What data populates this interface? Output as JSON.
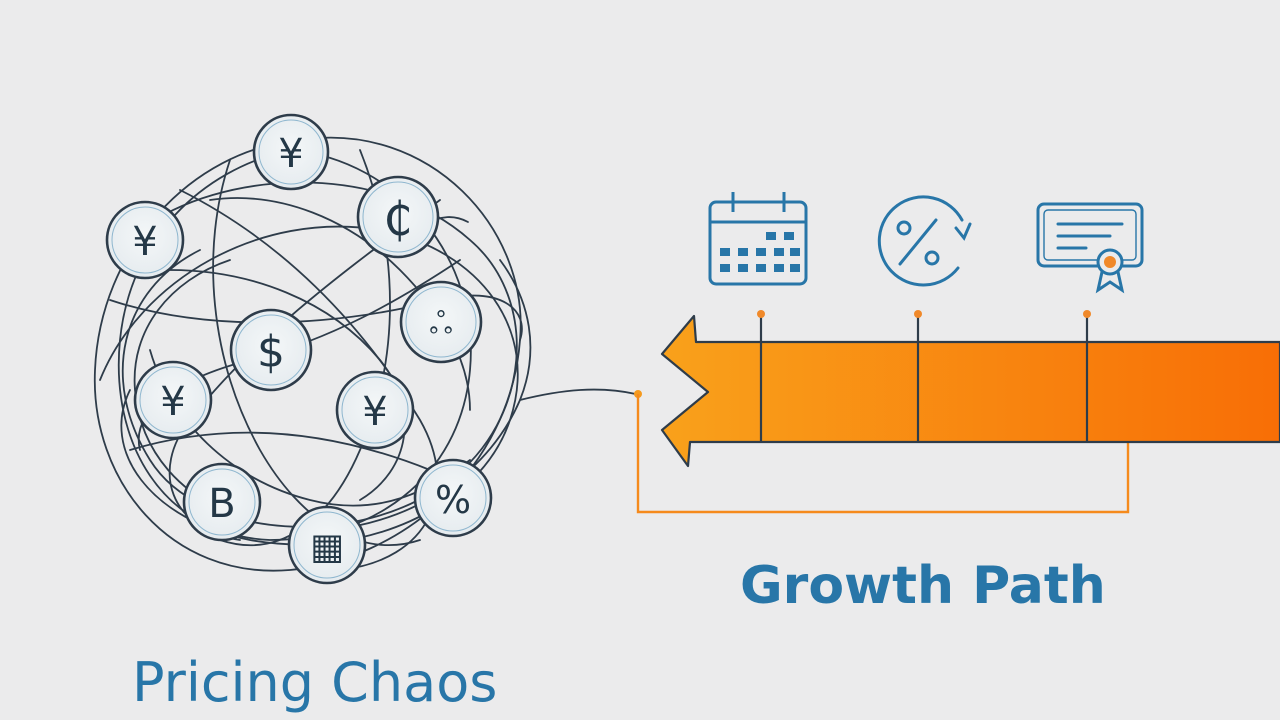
{
  "labels": {
    "left": "Pricing Chaos",
    "right": "Growth Path"
  },
  "coins": [
    {
      "name": "yen-coin-top",
      "glyph": "¥"
    },
    {
      "name": "yen-coin-left",
      "glyph": "¥"
    },
    {
      "name": "cedi-coin",
      "glyph": "₵"
    },
    {
      "name": "dollar-coin",
      "glyph": "$"
    },
    {
      "name": "people-coin",
      "glyph": "ஃ"
    },
    {
      "name": "yen-coin-mid",
      "glyph": "¥"
    },
    {
      "name": "yen-coin-right",
      "glyph": "¥"
    },
    {
      "name": "baht-coin",
      "glyph": "B"
    },
    {
      "name": "percent-coin",
      "glyph": "%"
    },
    {
      "name": "chip-coin",
      "glyph": "▦"
    }
  ],
  "milestone_icons": [
    "calendar-icon",
    "percent-cycle-icon",
    "certificate-icon"
  ],
  "colors": {
    "background": "#ebebec",
    "line": "#2e3c4a",
    "accent_blue": "#2876a8",
    "orange_light": "#f9a11b",
    "orange_dark": "#f86e06"
  }
}
